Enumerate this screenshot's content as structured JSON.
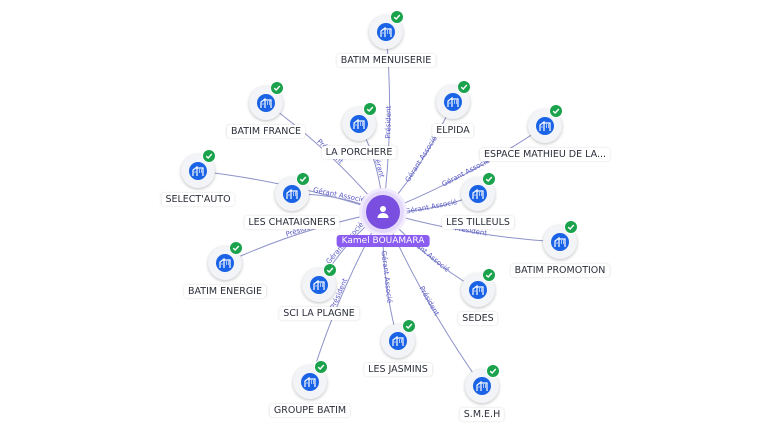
{
  "center": {
    "name": "Kamel BOUAMARA",
    "icon": "person-icon"
  },
  "companies": [
    {
      "id": "batim-menuiserie",
      "name": "BATIM MENUISERIE"
    },
    {
      "id": "batim-france",
      "name": "BATIM FRANCE"
    },
    {
      "id": "la-porchere",
      "name": "LA PORCHERE"
    },
    {
      "id": "elpida",
      "name": "ELPIDA"
    },
    {
      "id": "espace-mathieu",
      "name": "ESPACE MATHIEU DE LA..."
    },
    {
      "id": "select-auto",
      "name": "SELECT'AUTO"
    },
    {
      "id": "les-chataigners",
      "name": "LES CHATAIGNERS"
    },
    {
      "id": "les-tilleuls",
      "name": "LES TILLEULS"
    },
    {
      "id": "batim-promotion",
      "name": "BATIM PROMOTION"
    },
    {
      "id": "batim-energie",
      "name": "BATIM ENERGIE"
    },
    {
      "id": "sci-la-plagne",
      "name": "SCI LA PLAGNE"
    },
    {
      "id": "sedes",
      "name": "SEDES"
    },
    {
      "id": "les-jasmins",
      "name": "LES JASMINS"
    },
    {
      "id": "groupe-batim",
      "name": "GROUPE BATIM"
    },
    {
      "id": "smeh",
      "name": "S.M.E.H"
    }
  ],
  "edge_labels": {
    "batim-menuiserie": "Président",
    "batim-france": "Président",
    "la-porchere": "Gérant",
    "elpida": "Gérant Associé",
    "espace-mathieu": "Gérant Associé",
    "select-auto": "",
    "les-chataigners": "Gérant Associé",
    "les-tilleuls": "Gérant Associé",
    "batim-promotion": "Président",
    "batim-energie": "Président",
    "sci-la-plagne": "Gérant Associé",
    "sedes": "Gérant Associé",
    "les-jasmins": "Gérant Associé",
    "groupe-batim": "Président",
    "smeh": "Président"
  },
  "icons": {
    "company": "building-icon",
    "status": "check-icon"
  },
  "colors": {
    "center": "#7a4fe0",
    "company_icon": "#1a63e6",
    "check": "#1aa24c",
    "edge": "#8e93c9"
  }
}
